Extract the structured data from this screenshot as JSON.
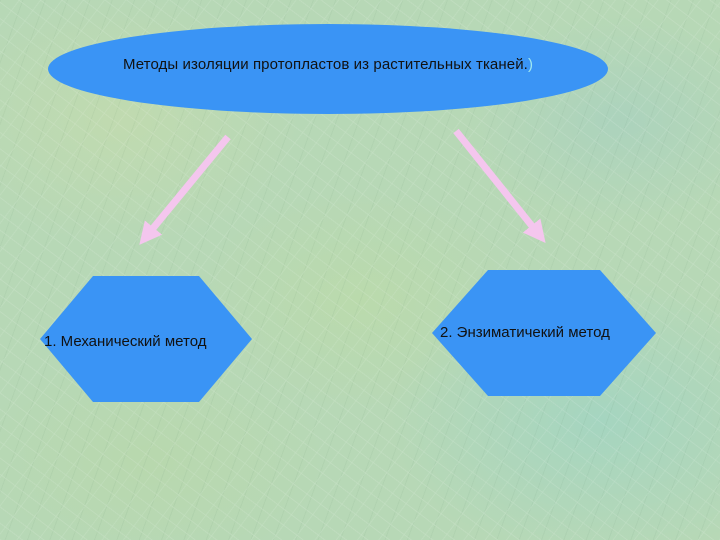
{
  "diagram": {
    "title": "Методы изоляции протопластов из растительных тканей.",
    "title_suffix": ")",
    "nodes": [
      {
        "label": "1. Механический метод"
      },
      {
        "label": "2. Энзиматичекий метод"
      }
    ],
    "colors": {
      "shape_fill": "#3a94f5",
      "arrow": "#f4c6ee",
      "background": "#b7d8b6",
      "title_suffix": "#9fe8f0"
    }
  }
}
